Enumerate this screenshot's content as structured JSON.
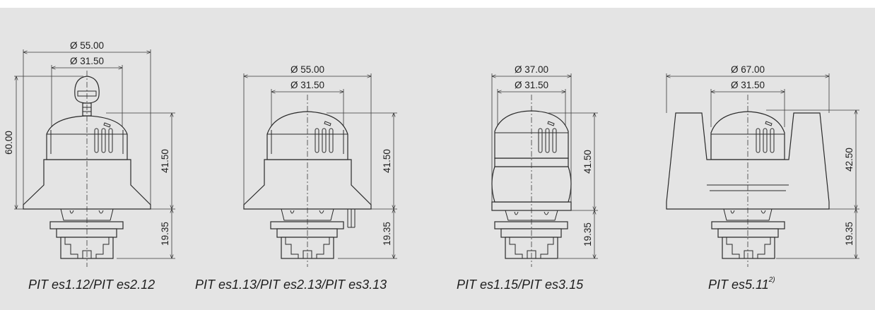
{
  "products": [
    {
      "caption": "PIT es1.12/PIT es2.12",
      "outer_diameter": "Ø 55.00",
      "inner_diameter": "Ø 31.50",
      "overall_height": "60.00",
      "body_height": "41.50",
      "base_height": "19.35"
    },
    {
      "caption": "PIT es1.13/PIT es2.13/PIT es3.13",
      "outer_diameter": "Ø 55.00",
      "inner_diameter": "Ø 31.50",
      "body_height": "41.50",
      "base_height": "19.35"
    },
    {
      "caption": "PIT es1.15/PIT es3.15",
      "outer_diameter": "Ø 37.00",
      "inner_diameter": "Ø 31.50",
      "body_height": "41.50",
      "base_height": "19.35"
    },
    {
      "caption": "PIT es5.11",
      "caption_footnote": "2)",
      "outer_diameter": "Ø 67.00",
      "inner_diameter": "Ø 31.50",
      "body_height": "42.50",
      "base_height": "19.35"
    }
  ]
}
